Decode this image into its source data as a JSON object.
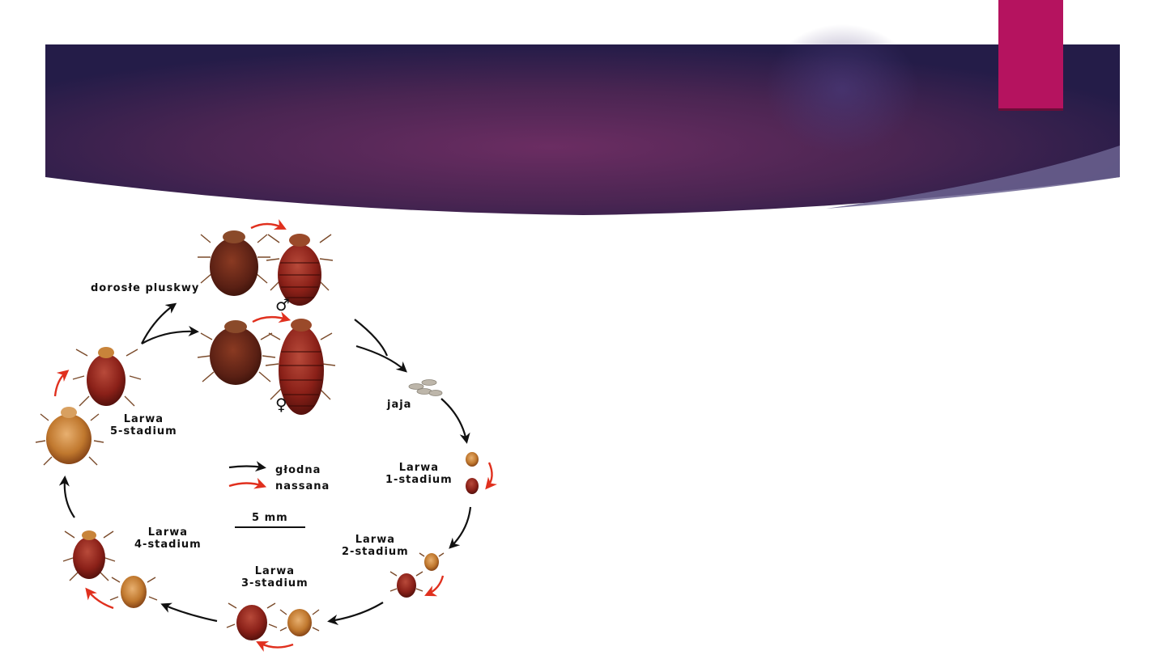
{
  "diagram": {
    "labels": {
      "adults": "dorosłe pluskwy",
      "eggs": "jaja",
      "stage1": {
        "line1": "Larwa",
        "line2": "1-stadium"
      },
      "stage2": {
        "line1": "Larwa",
        "line2": "2-stadium"
      },
      "stage3": {
        "line1": "Larwa",
        "line2": "3-stadium"
      },
      "stage4": {
        "line1": "Larwa",
        "line2": "4-stadium"
      },
      "stage5": {
        "line1": "Larwa",
        "line2": "5-stadium"
      }
    },
    "legend": {
      "hungry": "głodna",
      "fed": "nassana"
    },
    "scale": "5 mm",
    "male_symbol": "♂",
    "female_symbol": "♀"
  },
  "colors": {
    "banner_dark": "#241c48",
    "banner_mid": "#6b2d62",
    "accent_tab": "#b5135f",
    "arrow_red": "#e0301e",
    "arrow_black": "#111111"
  }
}
